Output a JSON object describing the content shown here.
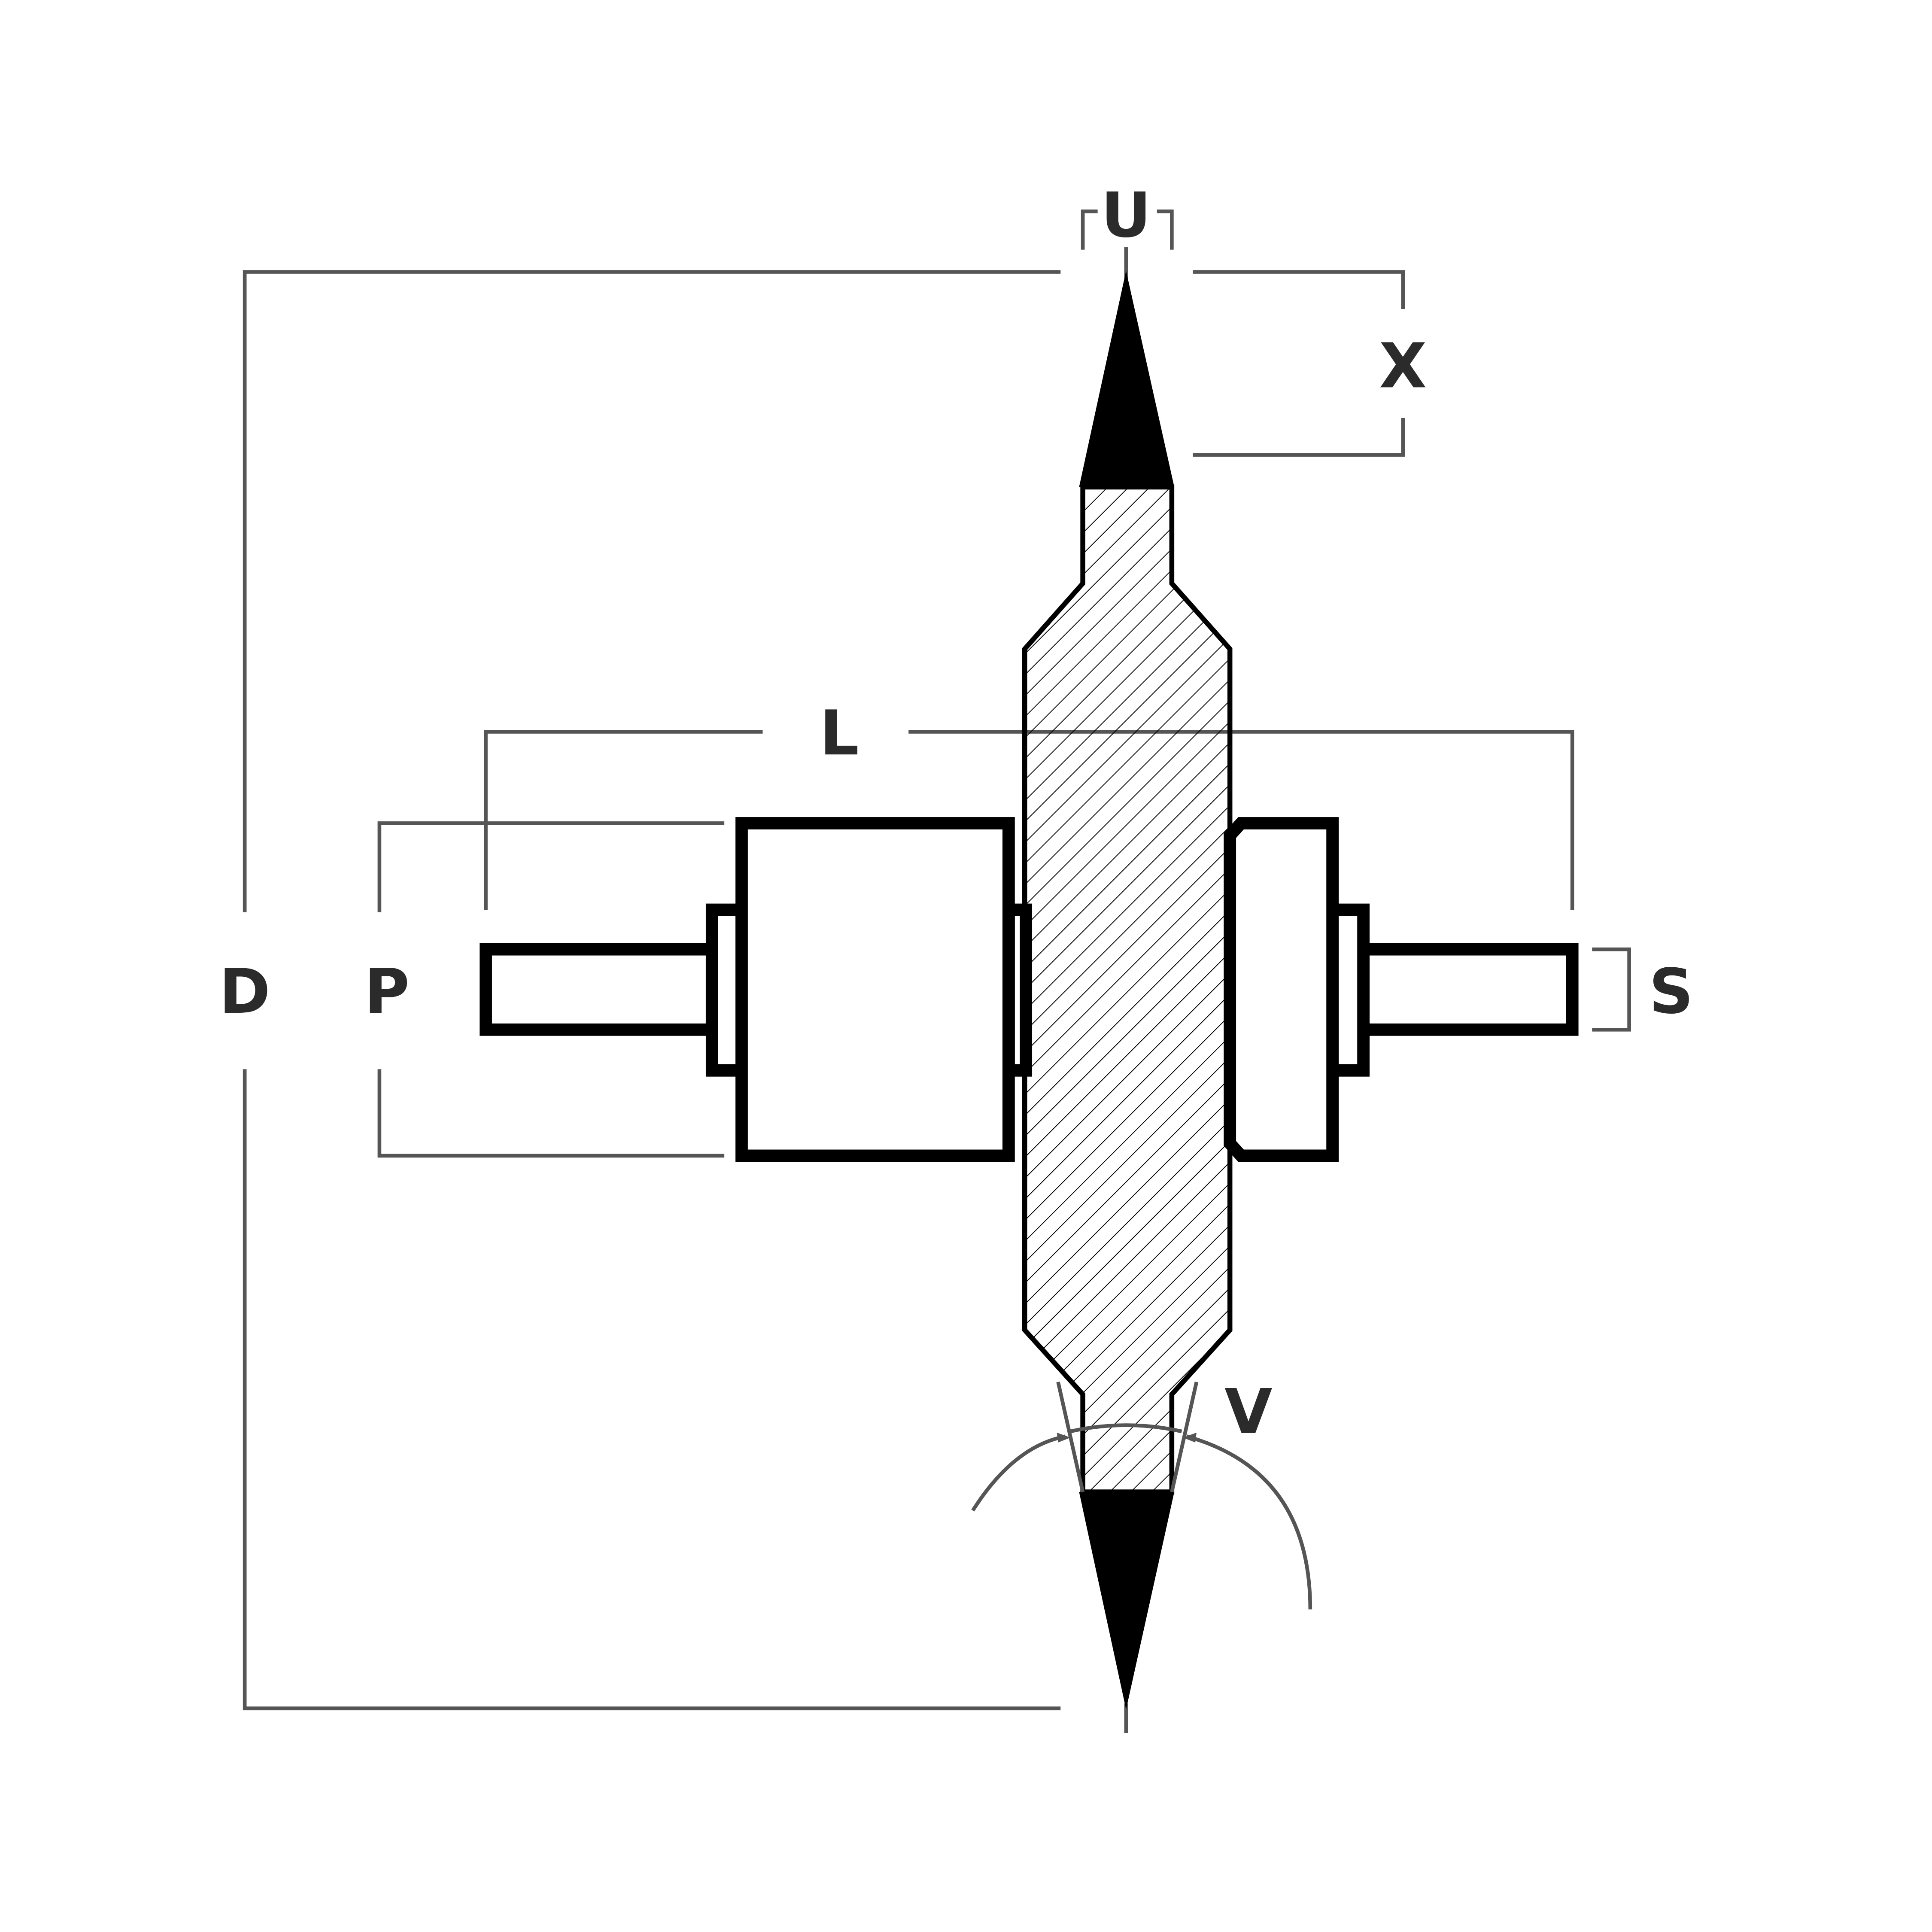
{
  "colors": {
    "label": "#2b2b2b",
    "outline": "#000000",
    "dimension_line": "#555555",
    "tip": "#000000",
    "background": "#ffffff"
  },
  "labels": {
    "d": "D",
    "p": "P",
    "l": "L",
    "u": "U",
    "x": "X",
    "s": "S",
    "v": "V"
  }
}
